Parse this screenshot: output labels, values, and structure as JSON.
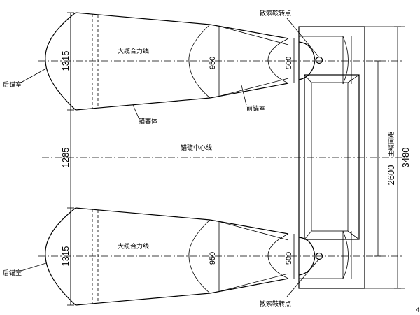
{
  "labels": {
    "rear_anchor_chamber": "后锚室",
    "main_cable_force_line": "大缆合力线",
    "anchor_block": "锚塞体",
    "front_anchor_chamber": "前锚室",
    "anchor_center_line": "锚碇中心线",
    "scattered_saddle_point": "散索鞍转点",
    "main_cable_spacing": "主缆间距"
  },
  "dimensions": {
    "rear_section": "1315",
    "mid_section": "950",
    "front_section": "500",
    "center_spacing": "1285",
    "main_cable_spacing": "2600",
    "total_width": "3480"
  },
  "page_marker": "4"
}
